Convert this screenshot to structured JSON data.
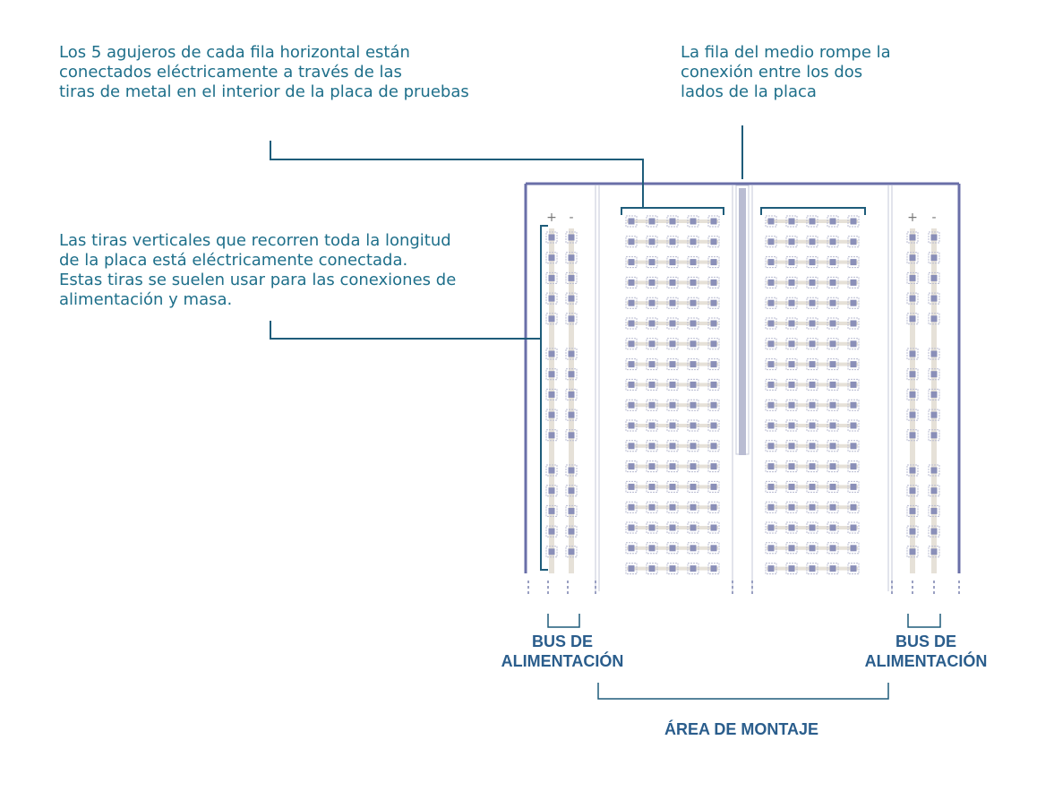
{
  "annotations": {
    "horizontal_rows": "Los 5 agujeros de cada fila horizontal están\nconectados eléctricamente a través de las\ntiras de metal en el interior de la placa de pruebas",
    "middle_row": "La fila del medio rompe la\nconexión entre los dos\nlados de la placa",
    "vertical_strips": "Las tiras verticales que recorren toda la longitud\nde la placa está eléctricamente conectada.\nEstas tiras se suelen usar para las conexiones de\nalimentación y masa."
  },
  "labels": {
    "bus_left": "BUS DE\nALIMENTACIÓN",
    "bus_right": "BUS DE\nALIMENTACIÓN",
    "mounting_area": "ÁREA DE MONTAJE"
  },
  "rail_signs": {
    "plus": "+",
    "minus": "-"
  },
  "colors": {
    "text": "#1e6f8a",
    "label": "#2a5d8c",
    "board_frame": "#6a6fa8",
    "hole": "#8a8fb8",
    "strip": "#e6e1d8"
  }
}
